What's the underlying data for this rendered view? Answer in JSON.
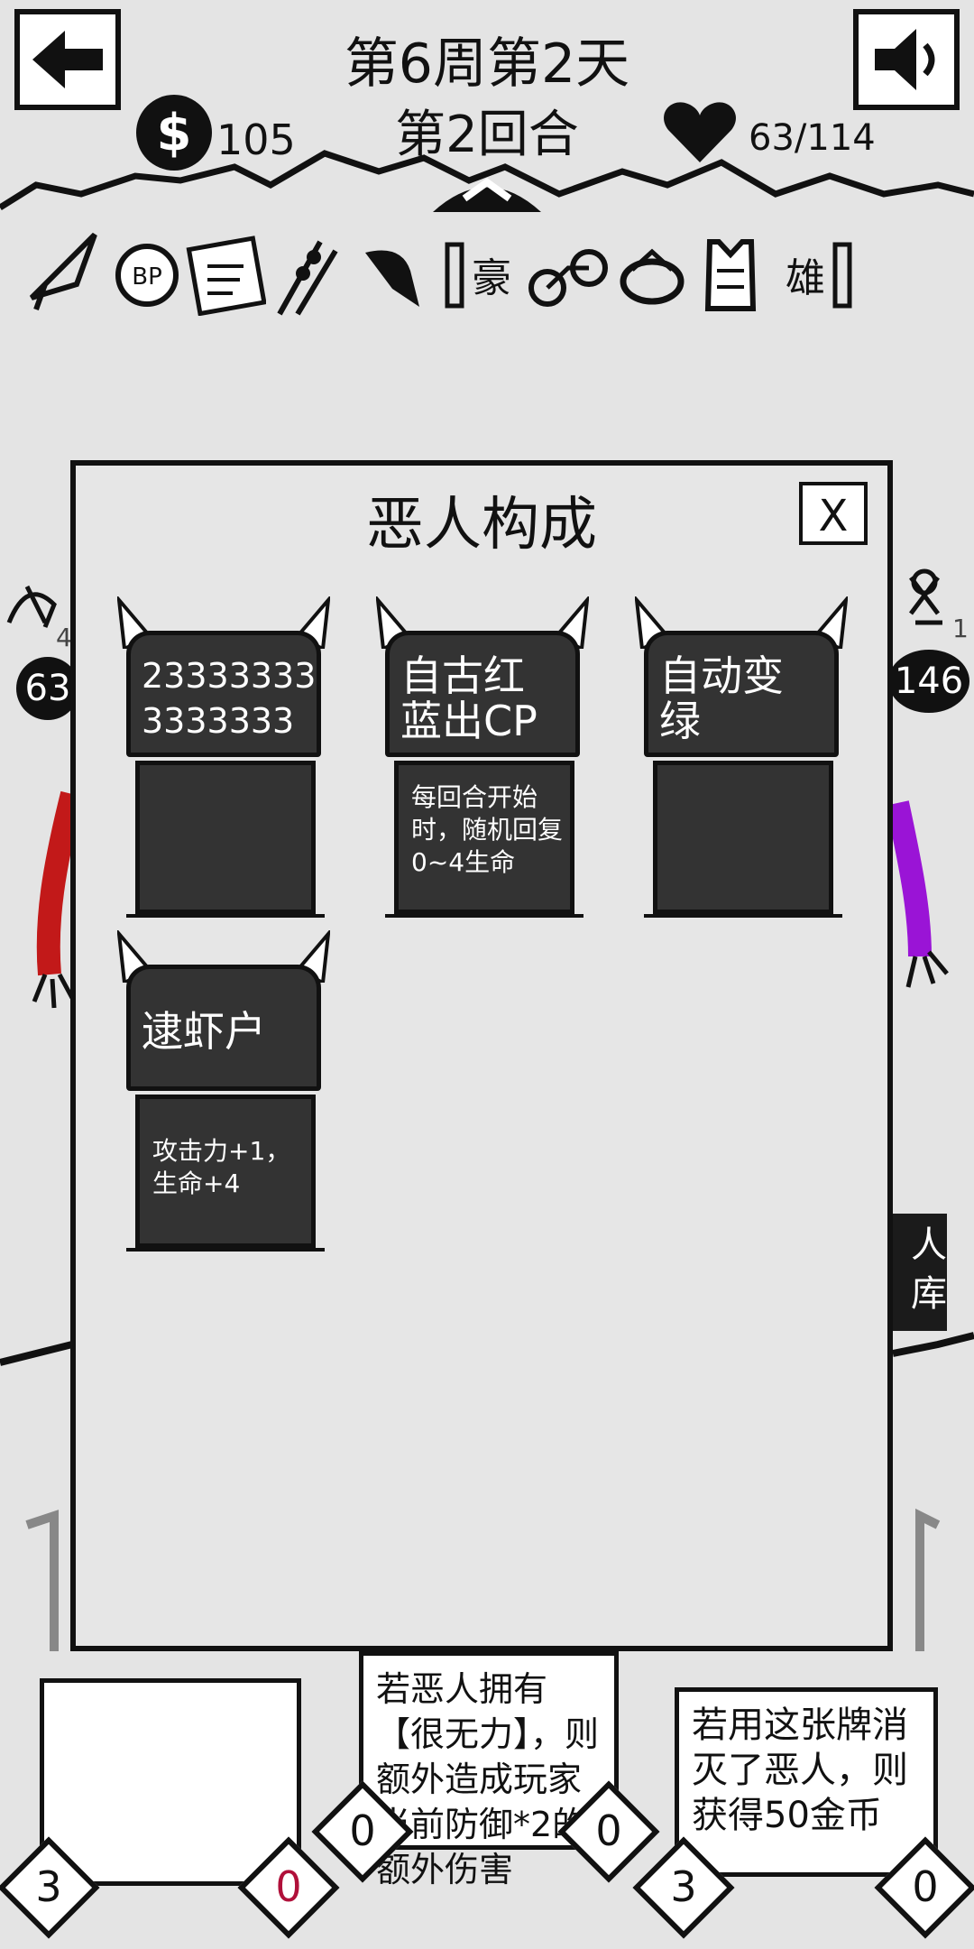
{
  "hud": {
    "title": "第6周第2天",
    "round": "第2回合",
    "coins": "105",
    "hp": "63/114"
  },
  "icons": [
    "back-arrow-icon",
    "sound-icon",
    "dollar-icon",
    "heart-icon",
    "chevron-up-icon"
  ],
  "relics": [
    "blade-icon",
    "bp-badge-icon",
    "scroll-note-icon",
    "skewer-icon",
    "trumpet-icon",
    "hao-scroll-icon",
    "bicycle-icon",
    "ring-icon",
    "vest-icon",
    "xiong-scroll-icon"
  ],
  "relic_text": {
    "hao": "豪",
    "xiong": "雄",
    "bp": "BP"
  },
  "background": {
    "left_hp": "63",
    "left_sub": "4",
    "right_hp": "146",
    "right_sub": "1",
    "right_button": "人\n库"
  },
  "modal": {
    "title": "恶人构成",
    "close_label": "X",
    "cards": [
      {
        "name": "23333333\n3333333",
        "desc": ""
      },
      {
        "name": "自古红\n蓝出CP",
        "desc": "每回合开始时，随机回复0~4生命"
      },
      {
        "name": "自动变\n绿",
        "desc": ""
      },
      {
        "name": "逮虾户",
        "desc": "攻击力+1，生命+4"
      }
    ]
  },
  "hand": {
    "left": {
      "cost": "3",
      "value": "0"
    },
    "middle": {
      "text": "若恶人拥有【很无力】，则额外造成玩家当前防御*2的额外伤害",
      "cost": "0",
      "value": "0"
    },
    "right": {
      "text": "若用这张牌消灭了恶人，则获得50金币",
      "cost": "3",
      "value": "0"
    }
  }
}
